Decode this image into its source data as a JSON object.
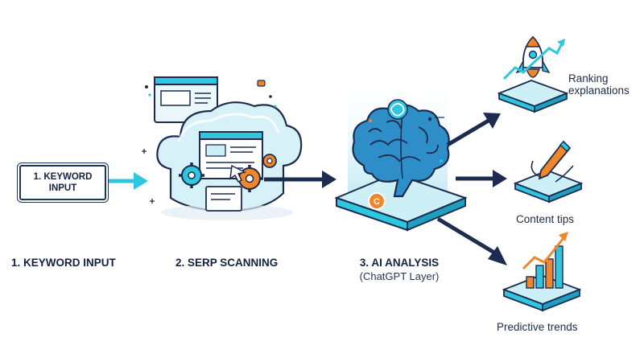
{
  "input_box": {
    "line1": "1. KEYWORD",
    "line2": "INPUT"
  },
  "stages": {
    "keyword_input": "1. KEYWORD INPUT",
    "serp_scanning": "2. SERP SCANNING",
    "ai_analysis": "3. AI ANALYSIS",
    "ai_analysis_sub": "(ChatGPT Layer)"
  },
  "outputs": {
    "ranking": {
      "line1": "Ranking",
      "line2": "explanations",
      "icon": "rocket-icon"
    },
    "content": {
      "label": "Content tips",
      "icon": "pen-icon"
    },
    "trends": {
      "label": "Predictive trends",
      "icon": "bar-chart-icon"
    }
  },
  "brain_badge": "C",
  "colors": {
    "navy": "#1d2b4f",
    "cyan": "#2ec7df",
    "light_cyan": "#cdeff6",
    "orange": "#f0862a",
    "brain_blue": "#2e8fc8"
  }
}
